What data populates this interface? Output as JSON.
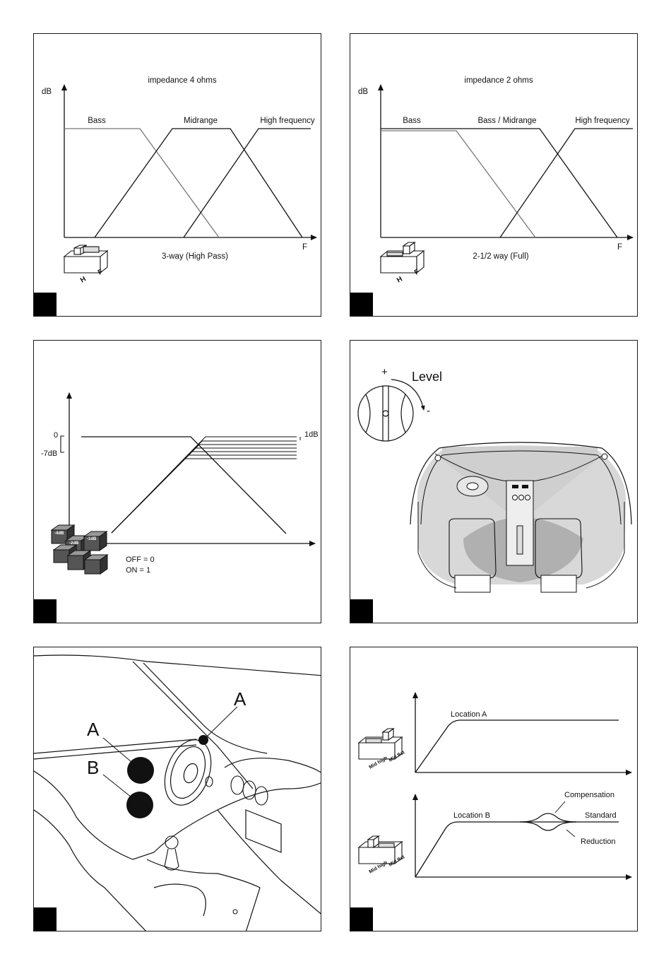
{
  "panel1": {
    "title": "impedance 4 ohms",
    "y_axis": "dB",
    "x_axis": "F",
    "bands": [
      "Bass",
      "Midrange",
      "High frequency"
    ],
    "mode": "3-way (High Pass)",
    "switch": {
      "left": "H",
      "right": "F"
    }
  },
  "panel2": {
    "title": "impedance 2 ohms",
    "y_axis": "dB",
    "x_axis": "F",
    "bands": [
      "Bass",
      "Bass / Midrange",
      "High frequency"
    ],
    "mode": "2-1/2 way (Full)",
    "switch": {
      "left": "H",
      "right": "F"
    }
  },
  "panel3": {
    "top_level": "0",
    "bottom_level": "-7dB",
    "step": "1dB",
    "off_label": "OFF = 0",
    "on_label": "ON = 1",
    "dip_labels": [
      "-4dB",
      "-2dB",
      "-1dB"
    ]
  },
  "panel4": {
    "knob_label": "Level",
    "plus": "+",
    "minus": "-"
  },
  "panel5": {
    "marker_a_left": "A",
    "marker_b": "B",
    "marker_a_right": "A"
  },
  "panel6": {
    "location_a": "Location A",
    "location_b": "Location B",
    "compensation": "Compensation",
    "standard": "Standard",
    "reduction": "Reduction",
    "switch_left": "Mid high",
    "switch_right": "Mid flat"
  }
}
